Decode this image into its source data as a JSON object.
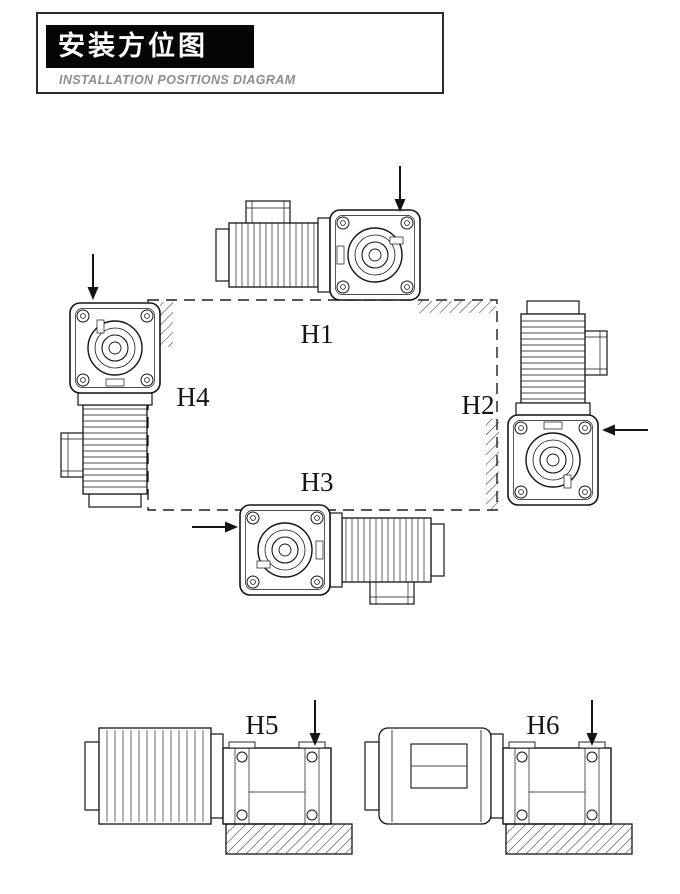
{
  "header": {
    "title": "安装方位图",
    "subtitle": "INSTALLATION POSITIONS DIAGRAM"
  },
  "labels": {
    "h1": "H1",
    "h2": "H2",
    "h3": "H3",
    "h4": "H4",
    "h5": "H5",
    "h6": "H6"
  },
  "colors": {
    "line": "#141414",
    "title_bg": "#050505",
    "title_text": "#ffffff",
    "subtitle_text": "#8d8d8d",
    "background": "#ffffff"
  }
}
